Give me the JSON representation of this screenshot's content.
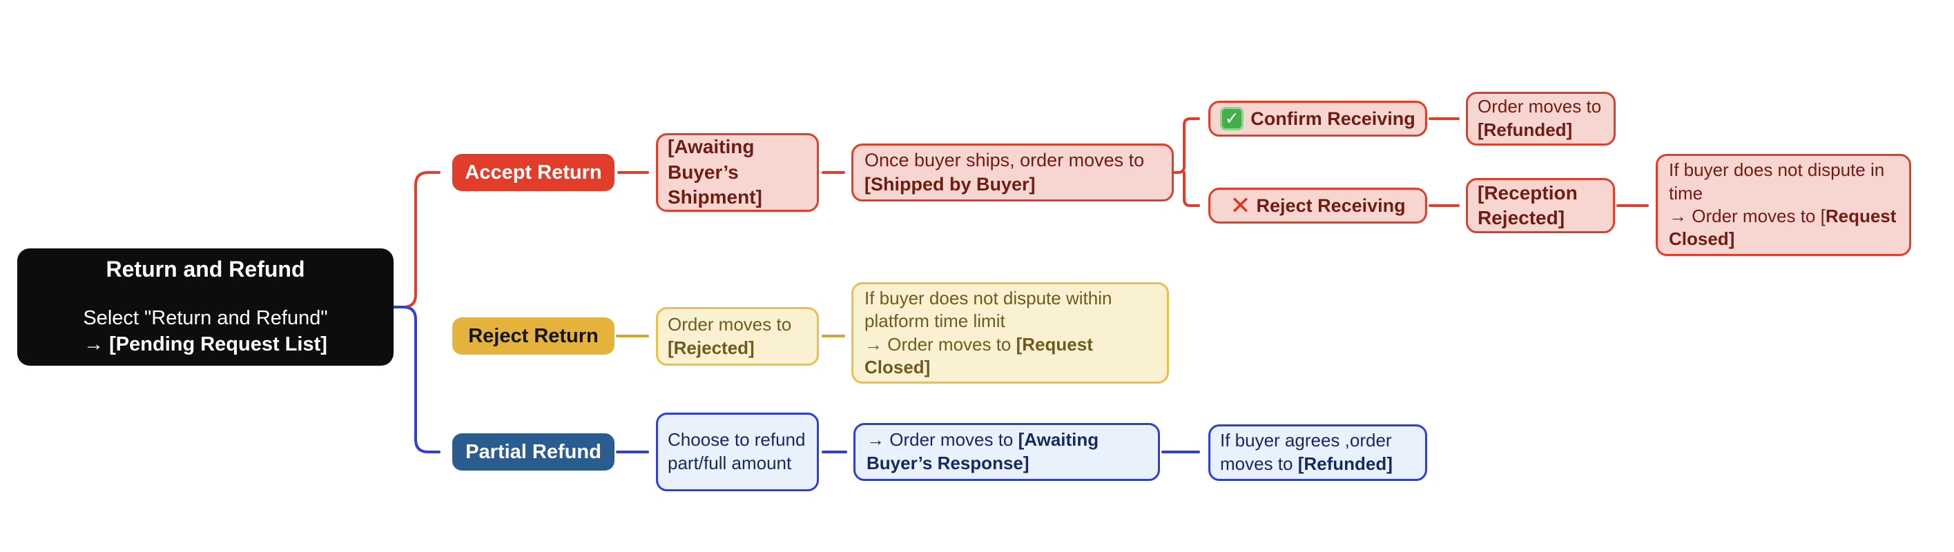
{
  "colors": {
    "red": "#e23d2b",
    "pink": "#f7d6d2",
    "maroon": "#6f1c13",
    "gold": "#e5b33c",
    "gold-border": "#e7c14a",
    "cream": "#faf1d2",
    "olive": "#6c5c1d",
    "gold-arrow": "#d9a32b",
    "navy-btn": "#2b5c90",
    "lightblue": "#e9f2fc",
    "royal": "#2e3ed6",
    "navy": "#152a60",
    "black": "#0d0d0d"
  },
  "start": {
    "title": "Return and Refund",
    "line1": "Select \"Return and Refund\"",
    "line2": "→ [Pending Request List]"
  },
  "accept": {
    "label": "Accept Return",
    "awaiting_state": "[Awaiting Buyer’s Shipment]",
    "ship_note": "Once buyer ships, order moves to",
    "ship_state": "[Shipped by Buyer]",
    "confirm": {
      "icon": "✓",
      "label": "Confirm Receiving",
      "result_text": "Order moves to ",
      "result_state": "[Refunded]"
    },
    "reject": {
      "icon": "✕",
      "label": "Reject Receiving",
      "state": "[Reception Rejected]",
      "result_line1": "If buyer does not dispute in time",
      "result_line2_pre": "→ Order moves to [",
      "result_line2_state": "Request Closed]"
    }
  },
  "reject": {
    "label": "Reject Return",
    "state_text": "Order moves to ",
    "state": "[Rejected]",
    "note_line1": "If buyer does not dispute within platform time limit",
    "note_line2_pre": "→ Order moves to ",
    "note_line2_state": "[Request Closed]"
  },
  "partial": {
    "label": "Partial Refund",
    "choose_text": "Choose to refund part/full amount",
    "response_pre": "→ Order moves to ",
    "response_state": "[Awaiting Buyer’s Response]",
    "agree_text": "If buyer agrees ,order moves to ",
    "agree_state": "[Refunded]"
  }
}
